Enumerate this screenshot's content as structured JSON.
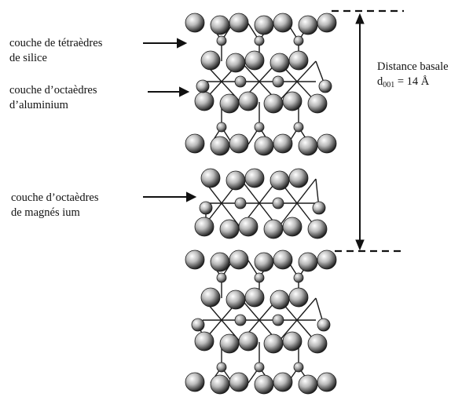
{
  "labels": {
    "tetra": [
      "couche de tétraèdres",
      "de silice"
    ],
    "octa_al": [
      "couche d’octaèdres",
      "d’aluminium"
    ],
    "octa_mg": [
      "couche d’octaèdres",
      "de magnés ium"
    ],
    "distance_line1": "Distance basale",
    "distance_d": "d",
    "distance_sub": "001",
    "distance_value": " = 14 Å"
  },
  "colors": {
    "ink": "#111111",
    "atom_light": "#ffffff",
    "atom_dark": "#222222"
  }
}
